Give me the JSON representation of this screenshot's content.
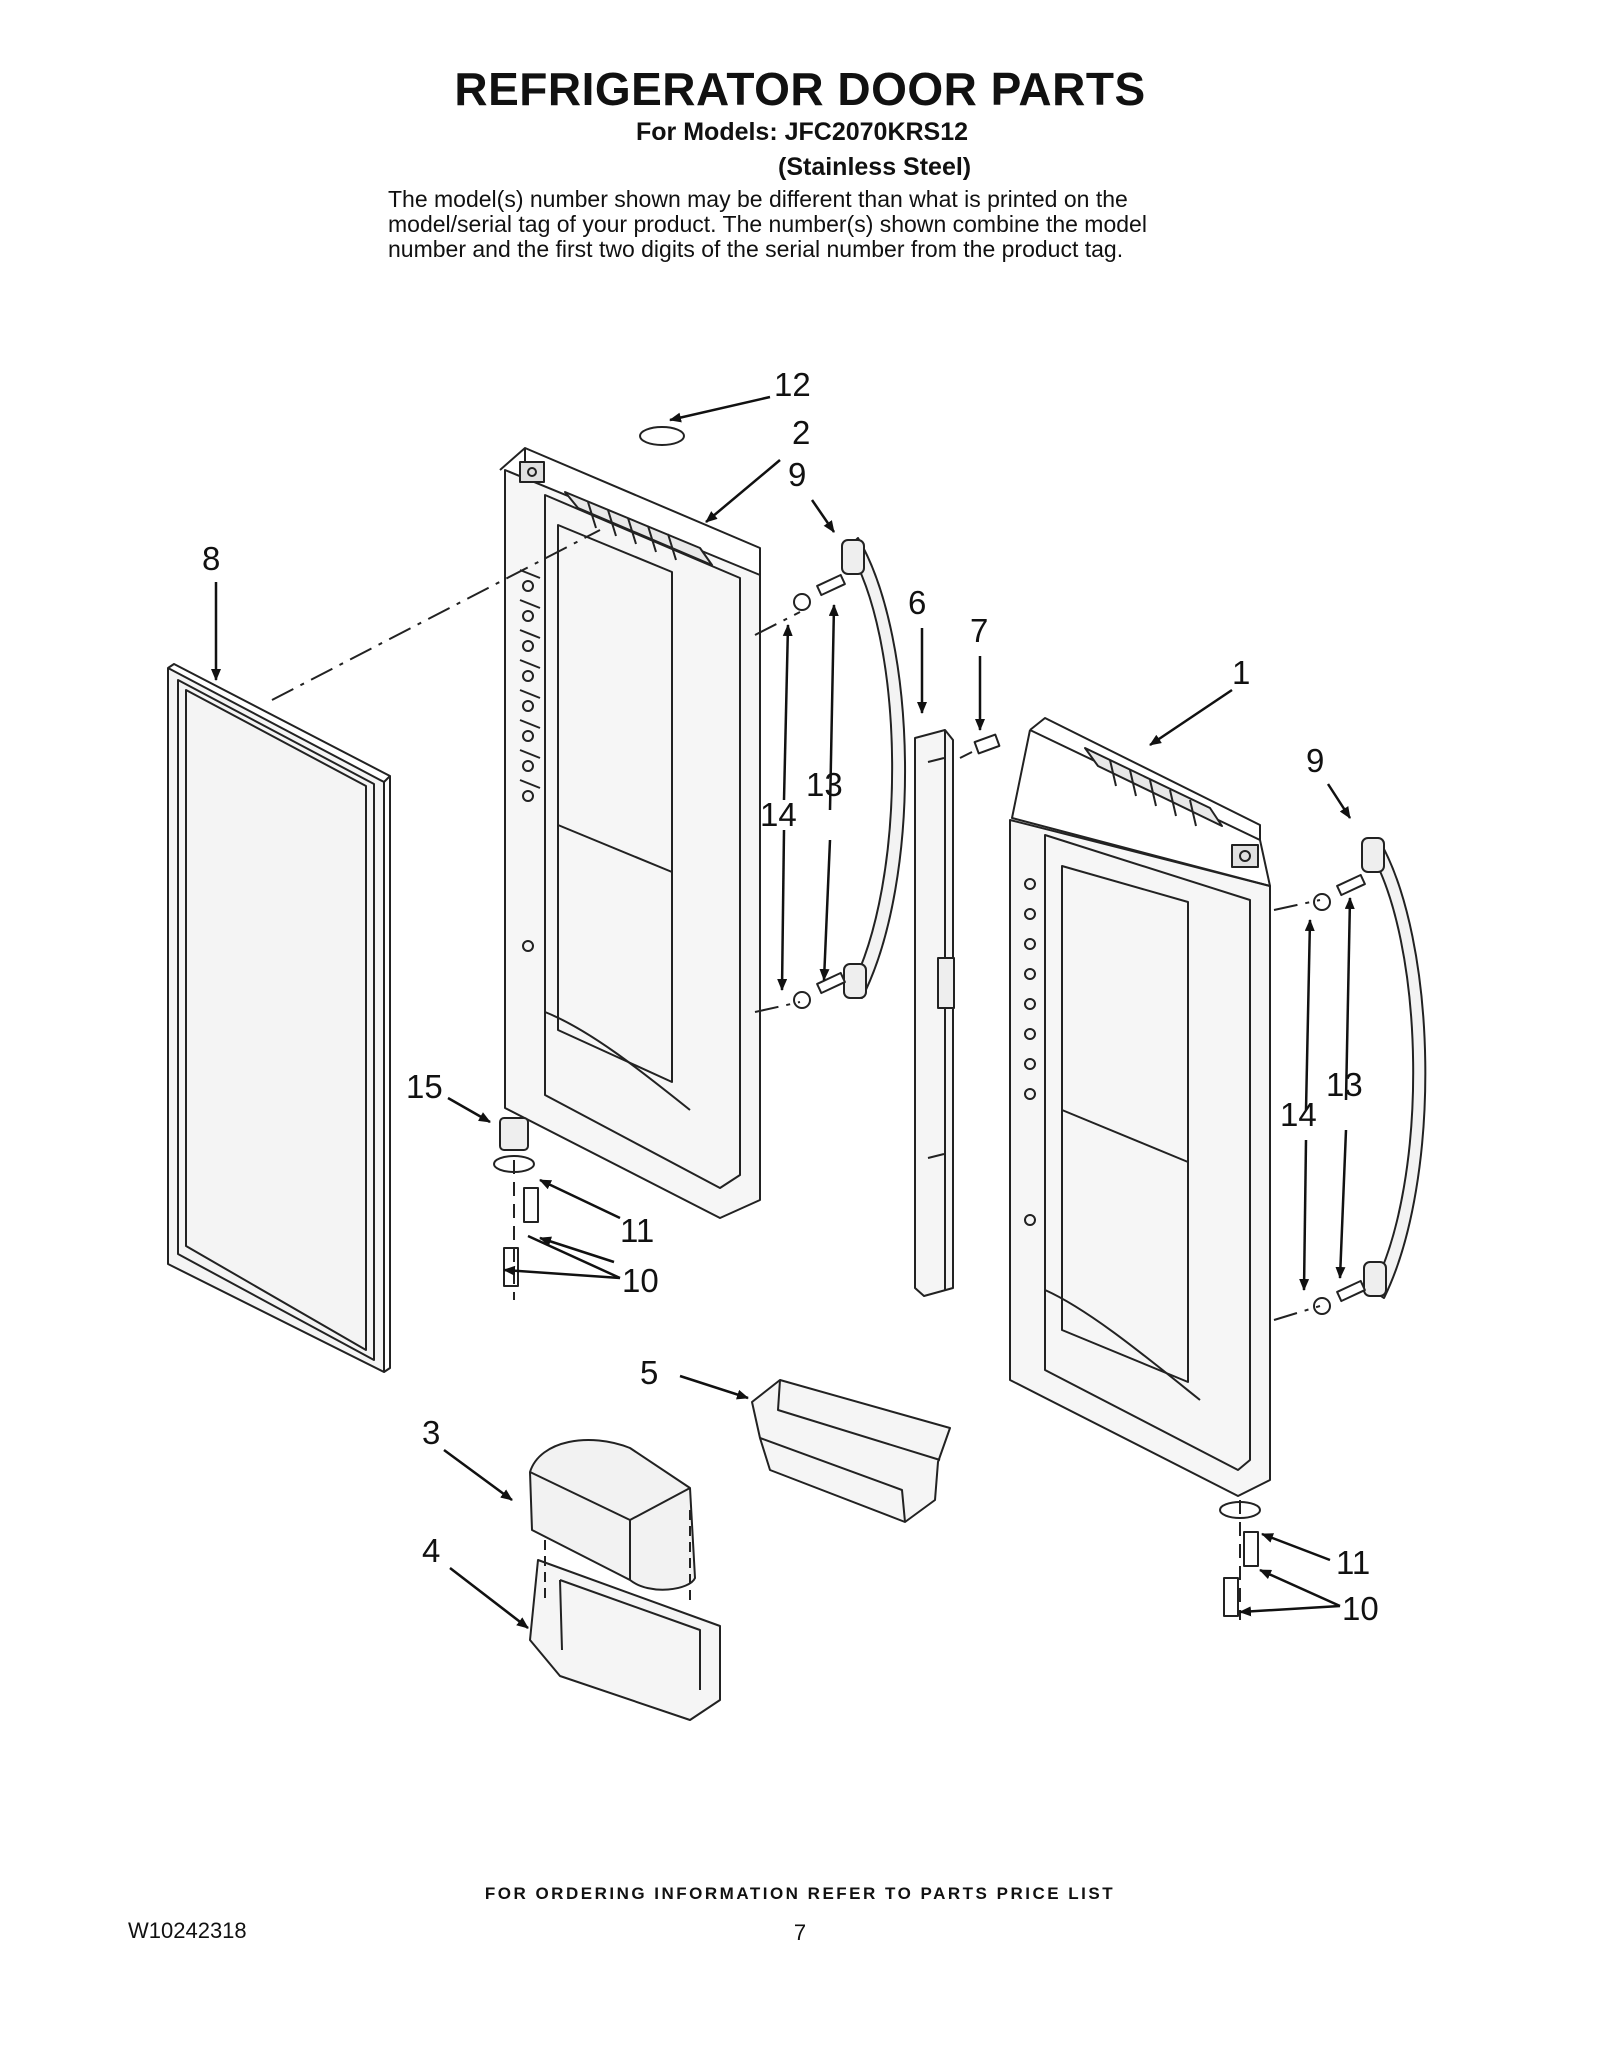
{
  "header": {
    "title": "REFRIGERATOR DOOR PARTS",
    "models_line": "For Models: JFC2070KRS12",
    "finish_line": "(Stainless Steel)",
    "disclaimer": [
      "The model(s) number shown may be different than what is printed on the",
      "model/serial tag of your product. The number(s) shown combine the model",
      "number and the first two digits of the serial number from the product tag."
    ]
  },
  "callouts": {
    "c12": "12",
    "c2": "2",
    "c9a": "9",
    "c8": "8",
    "c6": "6",
    "c7": "7",
    "c1": "1",
    "c9b": "9",
    "c13a": "13",
    "c14a": "14",
    "c13b": "13",
    "c14b": "14",
    "c15": "15",
    "c11a": "11",
    "c10a": "10",
    "c5": "5",
    "c3": "3",
    "c4": "4",
    "c11b": "11",
    "c10b": "10"
  },
  "footer": {
    "ordering_note": "FOR ORDERING INFORMATION REFER TO PARTS PRICE LIST",
    "doc_number": "W10242318",
    "page_number": "7"
  }
}
